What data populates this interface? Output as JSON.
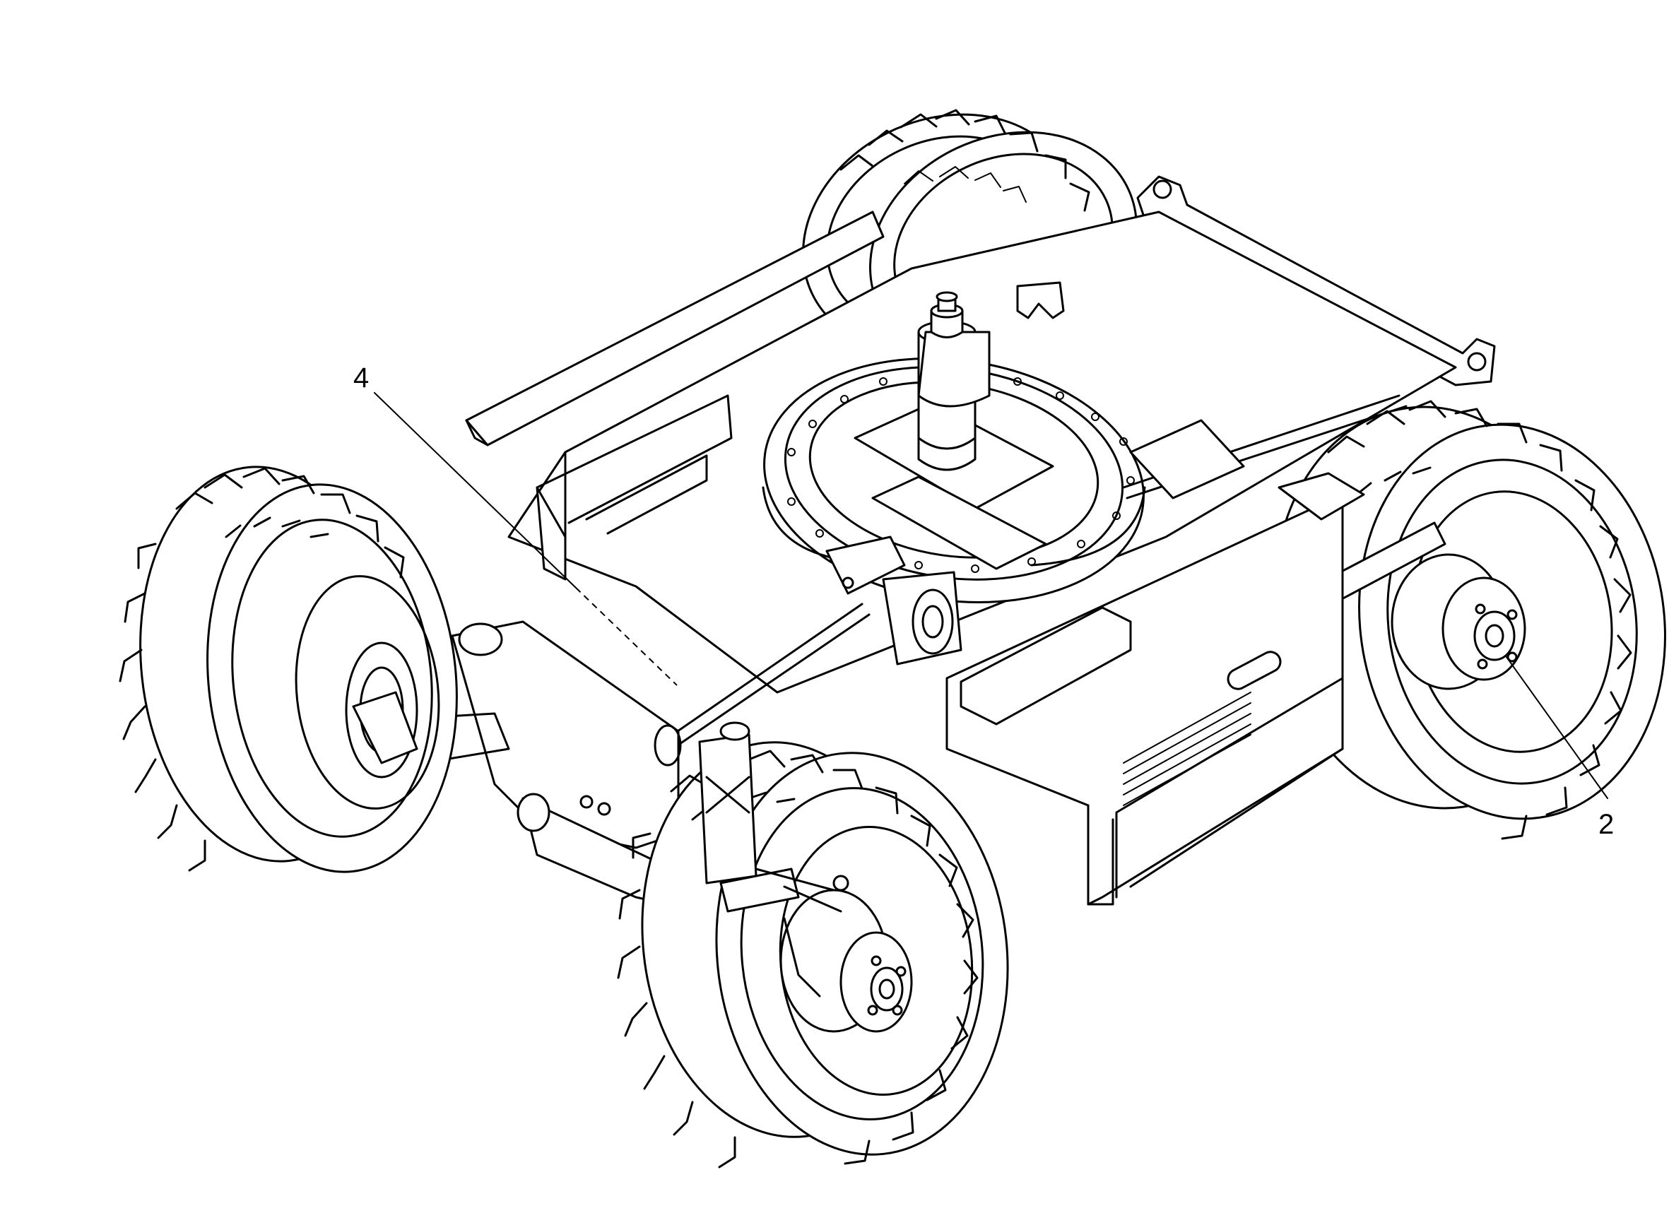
{
  "callouts": [
    {
      "id": "4",
      "label": "4"
    },
    {
      "id": "2",
      "label": "2"
    }
  ]
}
